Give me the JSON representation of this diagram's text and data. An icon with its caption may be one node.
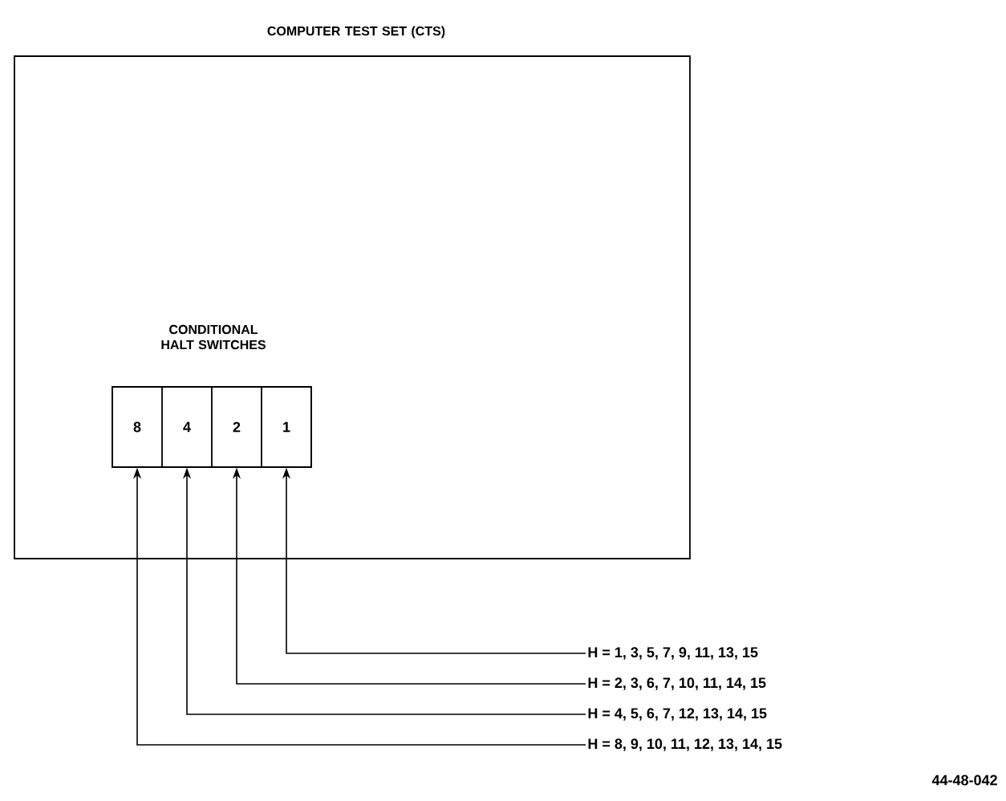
{
  "diagram": {
    "nodes": [
      {
        "text": [
          "COMPUTER TEST SET (CTS)"
        ]
      },
      {
        "text": [
          "CONDITIONAL HALT SWITCHES"
        ],
        "in": 0
      },
      {
        "text": [
          "8"
        ],
        "in": 1
      },
      {
        "text": [
          "4"
        ],
        "in": 1
      },
      {
        "text": [
          "2"
        ],
        "in": 1
      },
      {
        "text": [
          "1"
        ],
        "in": 1
      },
      {
        "text": [
          "H = 1, 3, 5, 7, 9, 11, 13, 15"
        ]
      },
      {
        "text": [
          "H = 2, 3, 6, 7, 10, 11, 14, 15"
        ]
      },
      {
        "text": [
          "H = 4, 5, 6, 7, 12, 13, 14, 15"
        ]
      },
      {
        "text": [
          "H = 8, 9, 10, 11, 12, 13, 14, 15"
        ]
      }
    ],
    "edges": [
      {
        "from": 6,
        "to": 5,
        "arrow": "to"
      },
      {
        "from": 7,
        "to": 4,
        "arrow": "to"
      },
      {
        "from": 8,
        "to": 3,
        "arrow": "to"
      },
      {
        "from": 9,
        "to": 2,
        "arrow": "to"
      }
    ],
    "labels": [
      "44-48-042"
    ]
  }
}
